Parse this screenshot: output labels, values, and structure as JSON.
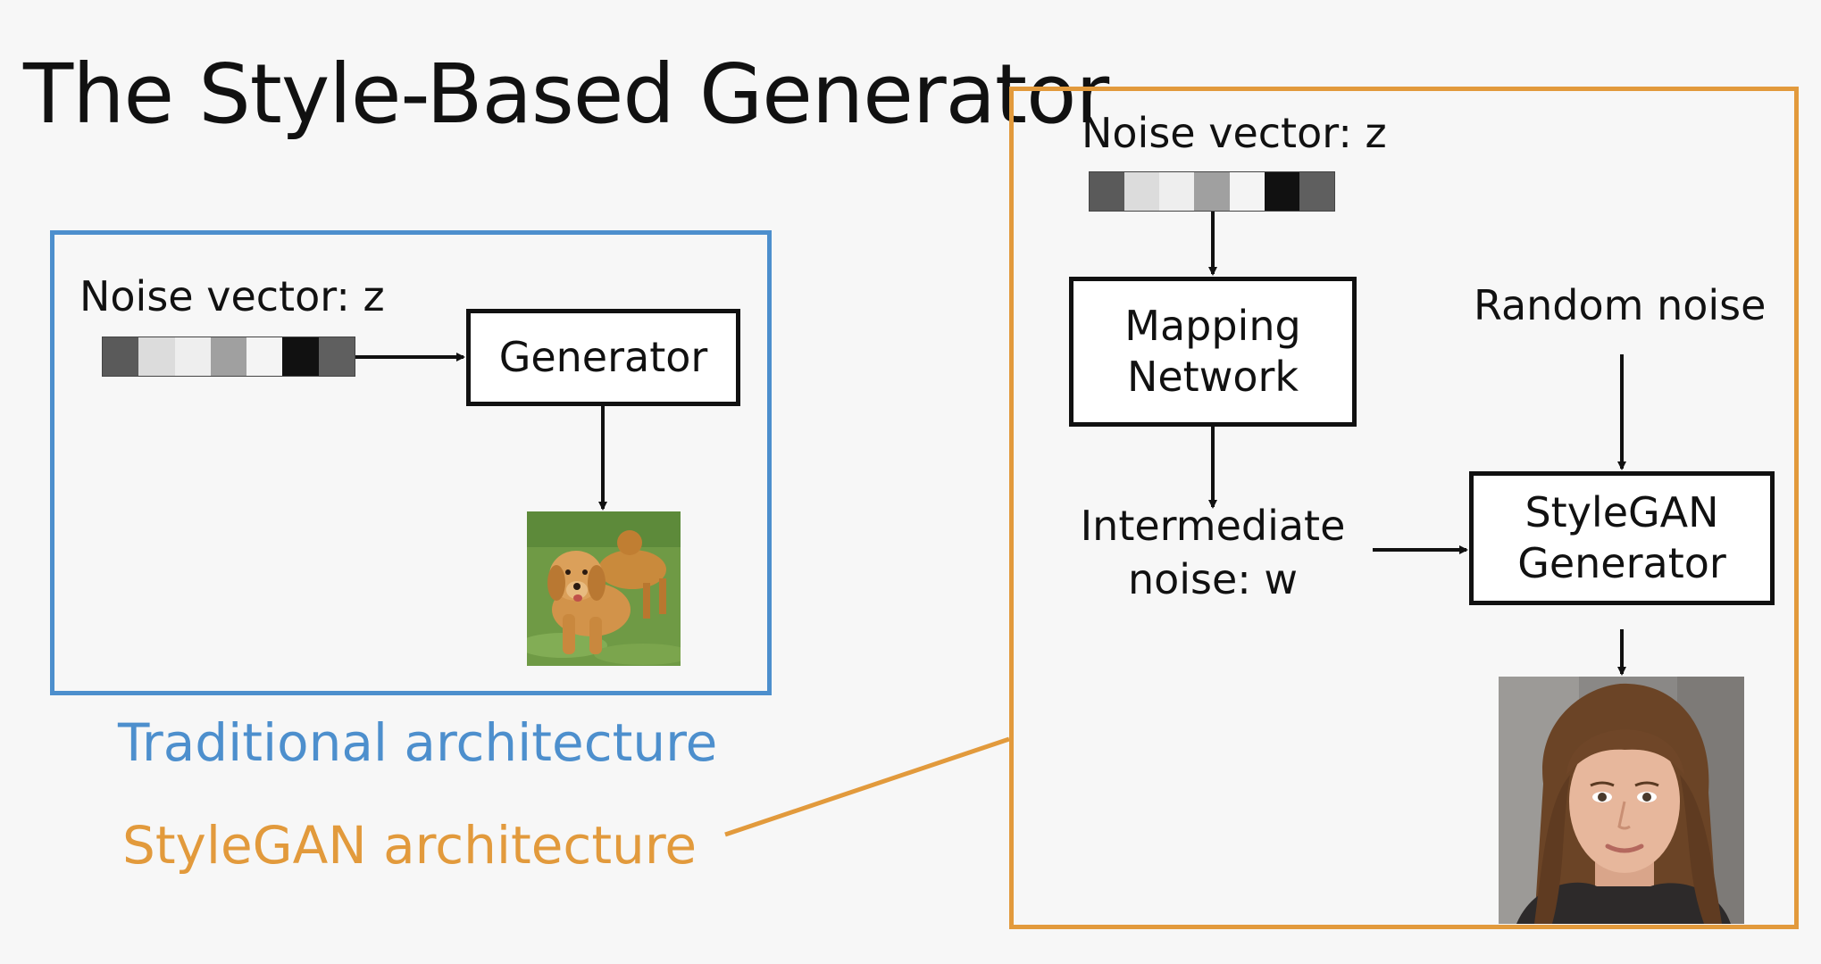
{
  "title": "The Style-Based Generator",
  "traditional": {
    "noise_label": "Noise vector: z",
    "generator_label": "Generator",
    "caption": "Traditional architecture"
  },
  "stylegan": {
    "noise_label": "Noise vector: z",
    "mapping_line1": "Mapping",
    "mapping_line2": "Network",
    "intermediate_line1": "Intermediate",
    "intermediate_line2": "noise: w",
    "random_noise_label": "Random noise",
    "generator_line1": "StyleGAN",
    "generator_line2": "Generator",
    "caption": "StyleGAN architecture"
  },
  "noise_vector_shades": [
    "#5a5a5a",
    "#dcdcdc",
    "#eeeeee",
    "#a0a0a0",
    "#f4f4f4",
    "#111111",
    "#5f5f5f"
  ],
  "colors": {
    "traditional_accent": "#4d8fcd",
    "stylegan_accent": "#e29a3c"
  }
}
